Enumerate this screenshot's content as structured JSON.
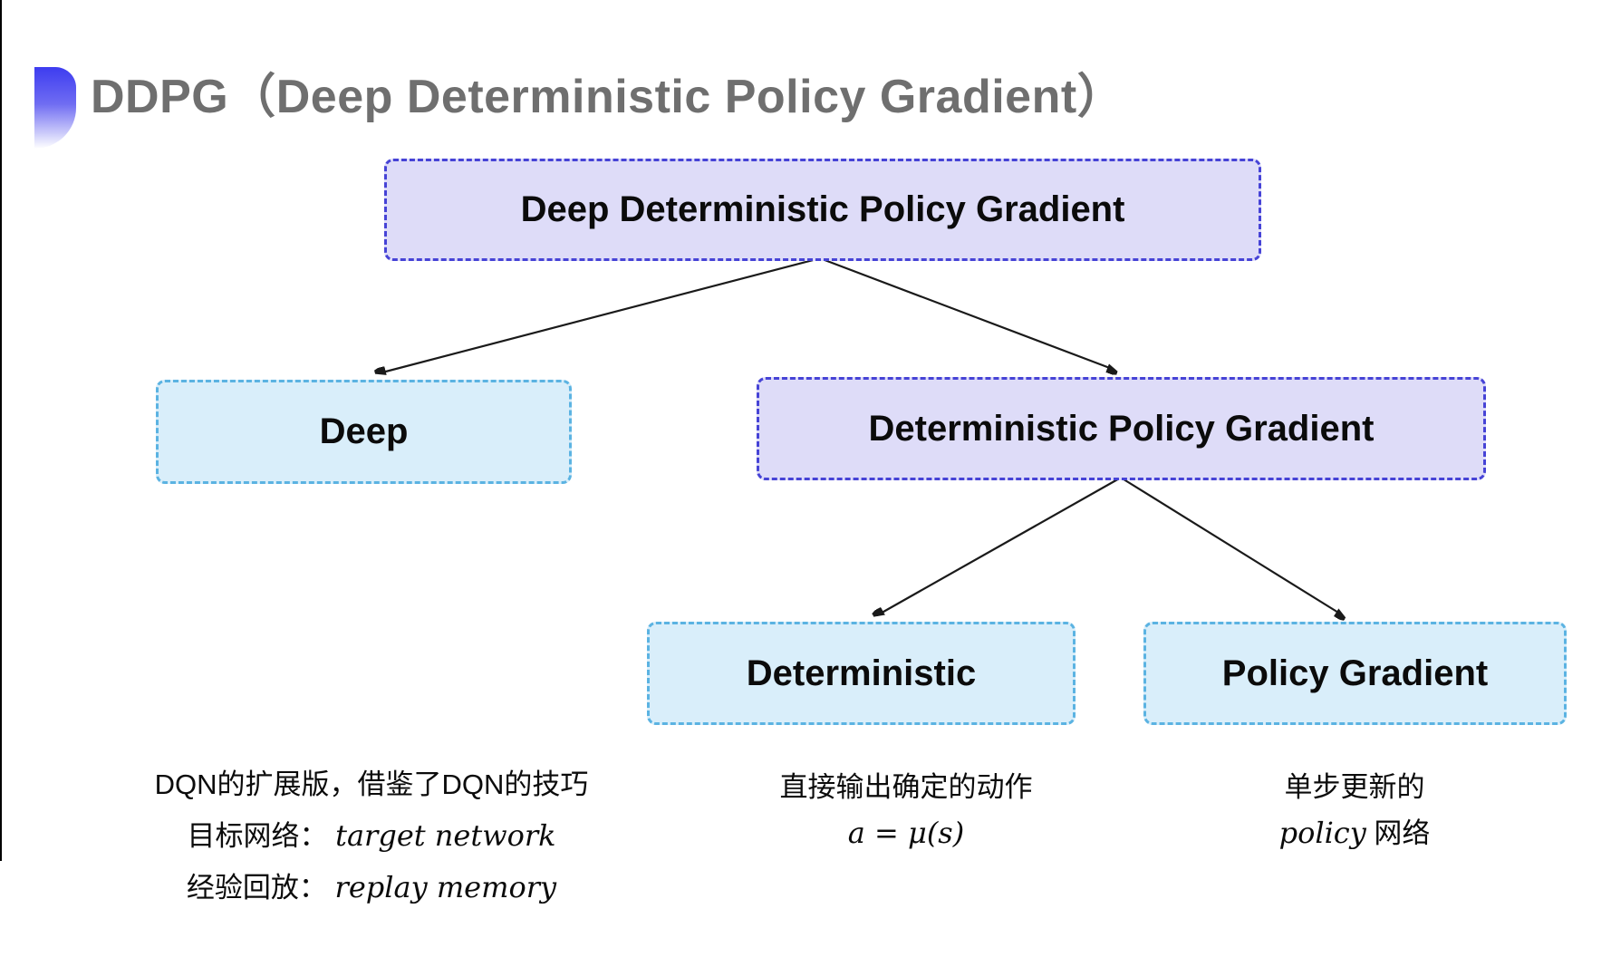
{
  "title": {
    "text": "DDPG（Deep Deterministic Policy Gradient）",
    "color": "#6f6f6f",
    "bullet_icon": "half-circle-gradient",
    "bullet_color_top": "#3d3cf0"
  },
  "colors": {
    "purple_fill": "#dedcf8",
    "purple_border": "#4643d6",
    "blue_fill": "#d9eefa",
    "blue_border": "#5bb3e2",
    "arrow": "#1a1a1a",
    "body_text": "#0b0b0b",
    "background": "#ffffff"
  },
  "tree": {
    "root": {
      "label": "Deep Deterministic Policy Gradient",
      "style": "purple"
    },
    "level2": [
      {
        "label": "Deep",
        "style": "blue"
      },
      {
        "label": "Deterministic Policy Gradient",
        "style": "purple"
      }
    ],
    "level3": [
      {
        "label": "Deterministic",
        "style": "blue"
      },
      {
        "label": "Policy Gradient",
        "style": "blue"
      }
    ]
  },
  "notes": {
    "deep": {
      "line1": "DQN的扩展版，借鉴了DQN的技巧",
      "line2_zh": "目标网络：",
      "line2_en": "target network",
      "line3_zh": "经验回放：",
      "line3_en": "replay memory"
    },
    "deterministic": {
      "line1": "直接输出确定的动作",
      "formula": "a = μ(s)"
    },
    "policy_gradient": {
      "line1": "单步更新的",
      "line2_en": "policy",
      "line2_zh": " 网络"
    }
  }
}
